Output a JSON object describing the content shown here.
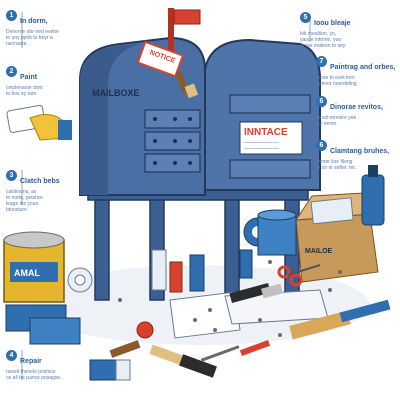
{
  "steps": [
    {
      "num": "1",
      "title": "In dorm,",
      "desc": "Denorne ebr-ned evebe\nto uny pyeb to beyr a\nnecnsere."
    },
    {
      "num": "2",
      "title": "Paint",
      "desc": "cetslenarse dont\nto bov ey tarn."
    },
    {
      "num": "3",
      "title": "Clatch bebs",
      "desc": "calolinons, as\nto norte, petstice\nleage ins youn\nbtonsture."
    },
    {
      "num": "4",
      "title": "Repair",
      "desc": "naveil thenele poshice\nos all tre pance posagse."
    },
    {
      "num": "5",
      "title": "Ioou bleaje",
      "desc": "bik mealtion, yo,\nyaoue inforno, yoo\nto tae mateon to sey."
    },
    {
      "num": "7",
      "title": "Paintrag and orbes,",
      "desc": "mese to evet tren\nponnor noerdeting."
    },
    {
      "num": "6",
      "title": "Dinorae revitos,",
      "desc": "tonsit-ronoere yoe\nice nemn."
    },
    {
      "num": "6",
      "title": "Clamtang bruhes,",
      "desc": "canter lioe fileng\nto on te sefter. tet."
    }
  ],
  "mailbox": {
    "label": "MAILBOXE",
    "sign": "NOTICE"
  },
  "notice": {
    "line1": "INNTACE",
    "line2": "———————",
    "line3": "———————"
  },
  "paint_can": {
    "label": "AMAL"
  },
  "box": {
    "label": "MAILOE"
  },
  "colors": {
    "mailbox": "#4a6fa5",
    "mailbox_dark": "#2e4d7f",
    "flag": "#d8412f",
    "accent": "#2f6fb0",
    "wood": "#8a5a2b"
  }
}
